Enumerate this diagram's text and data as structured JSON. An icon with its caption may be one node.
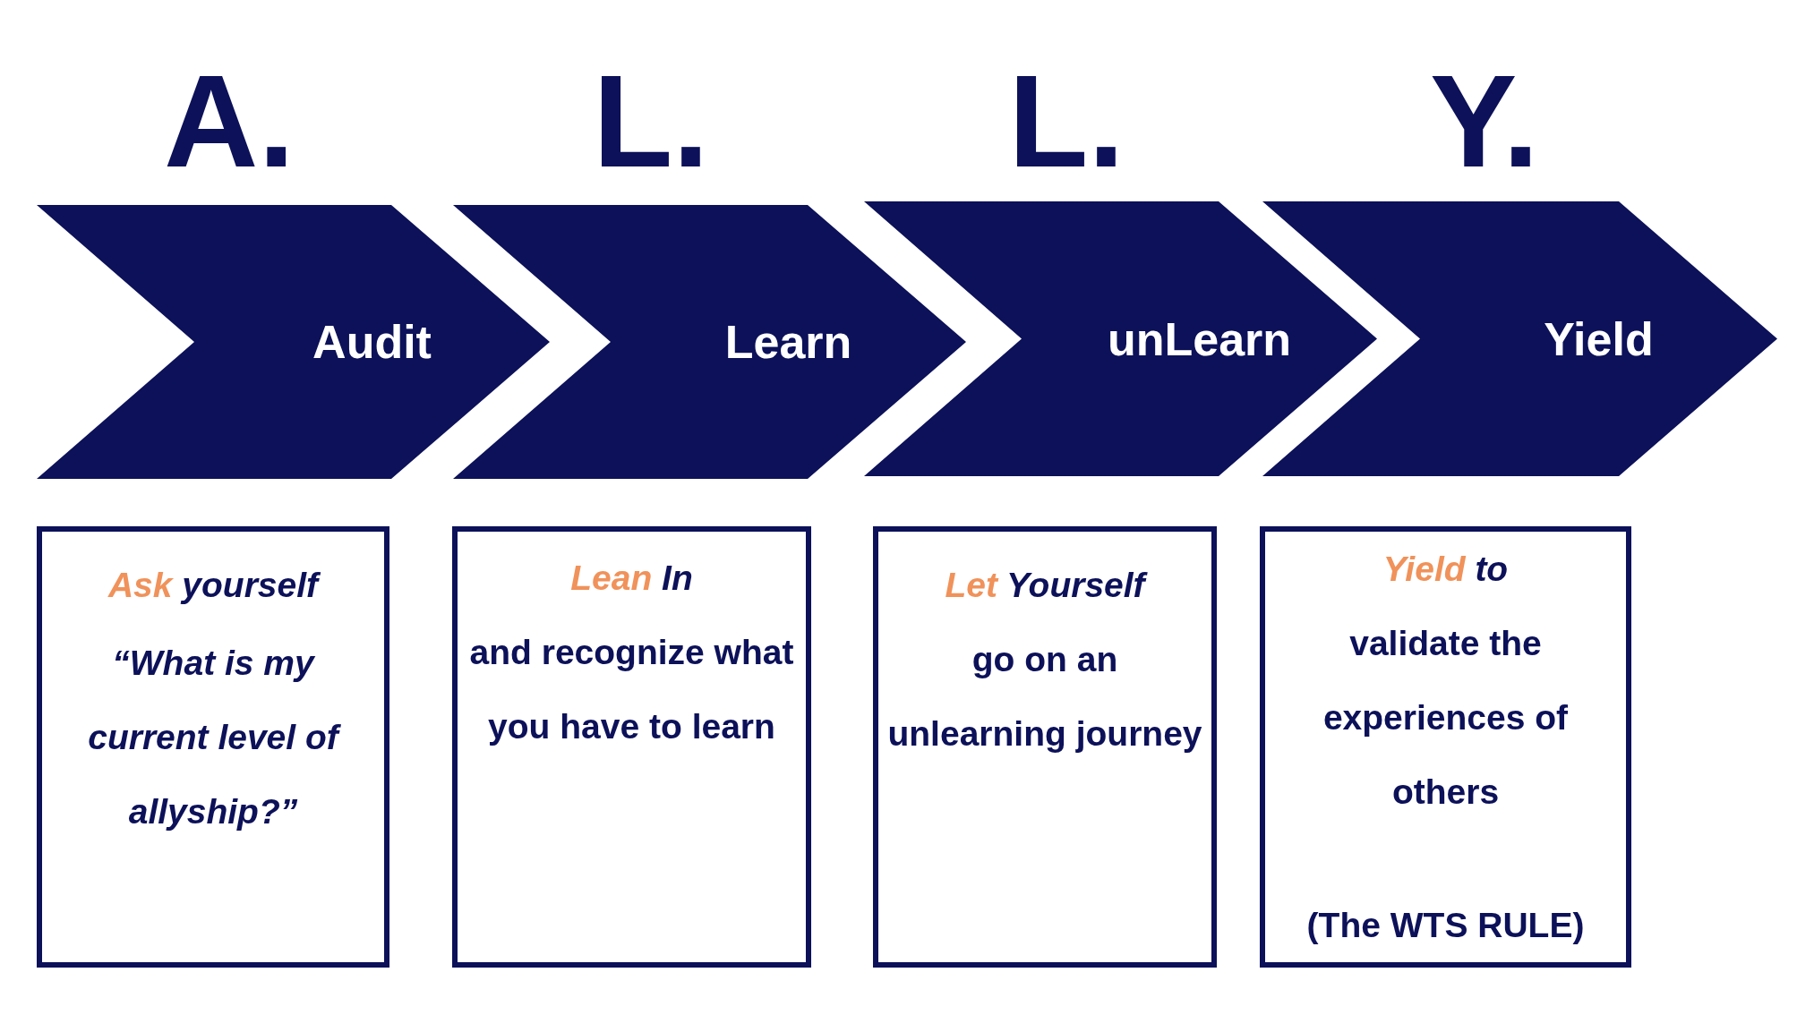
{
  "diagram": {
    "nodes": [
      {
        "text": [
          "Audit"
        ]
      },
      {
        "text": [
          "Learn"
        ]
      },
      {
        "text": [
          "unLearn"
        ]
      },
      {
        "text": [
          "Yield"
        ]
      },
      {
        "text": [
          "Ask yourself",
          "“What is my current level of allyship?”"
        ]
      },
      {
        "text": [
          "Lean In",
          "and recognize what you have to learn"
        ]
      },
      {
        "text": [
          "Let Yourself",
          "go on an unlearning journey"
        ]
      },
      {
        "text": [
          "Yield to",
          "validate the experiences of others",
          "(The WTS RULE)"
        ]
      }
    ],
    "labels": [
      "A.",
      "L.",
      "L.",
      "Y."
    ]
  }
}
